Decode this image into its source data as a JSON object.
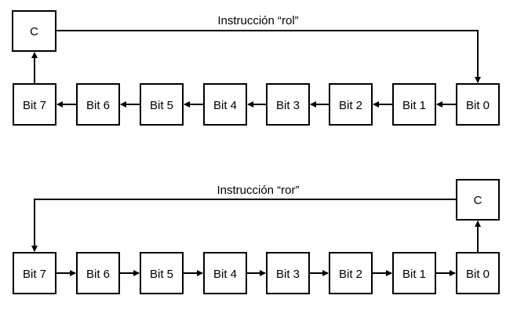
{
  "rol": {
    "title": "Instrucción “rol”",
    "carry_label": "C",
    "bits": [
      "Bit 7",
      "Bit 6",
      "Bit 5",
      "Bit 4",
      "Bit 3",
      "Bit 2",
      "Bit 1",
      "Bit 0"
    ]
  },
  "ror": {
    "title": "Instrucción “ror”",
    "carry_label": "C",
    "bits": [
      "Bit 7",
      "Bit 6",
      "Bit 5",
      "Bit 4",
      "Bit 3",
      "Bit 2",
      "Bit 1",
      "Bit 0"
    ]
  }
}
